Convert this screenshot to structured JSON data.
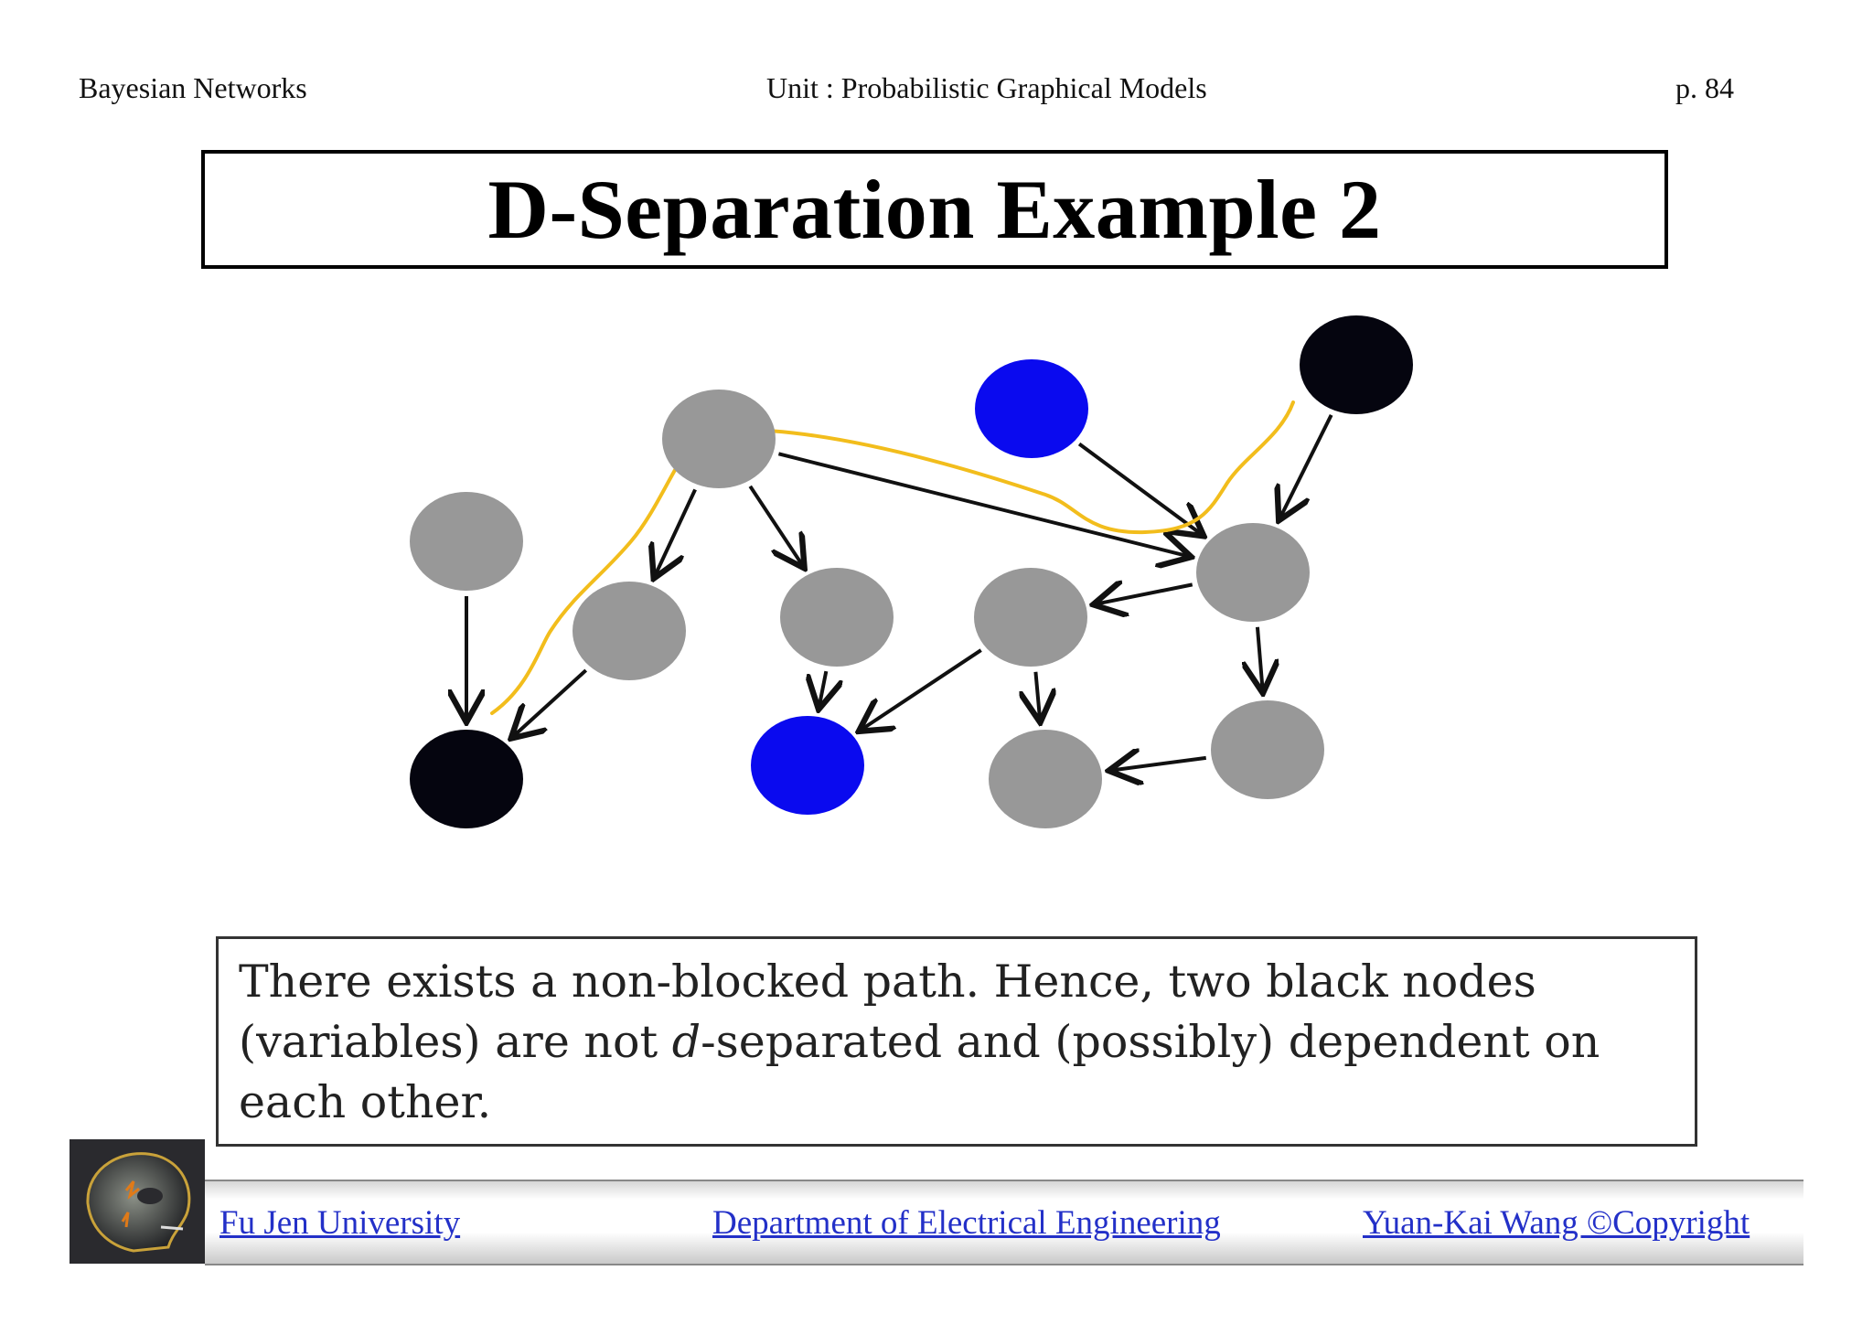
{
  "header": {
    "left": "Bayesian Networks",
    "center": "Unit : Probabilistic Graphical Models",
    "right": "p.  84"
  },
  "title": "D-Separation Example 2",
  "diagram": {
    "nodes": [
      {
        "id": "n1",
        "color": "gray"
      },
      {
        "id": "n2",
        "color": "blue"
      },
      {
        "id": "n3",
        "color": "black"
      },
      {
        "id": "n4",
        "color": "gray"
      },
      {
        "id": "n5",
        "color": "gray"
      },
      {
        "id": "n6",
        "color": "gray"
      },
      {
        "id": "n7",
        "color": "gray"
      },
      {
        "id": "n8",
        "color": "gray"
      },
      {
        "id": "n9",
        "color": "black"
      },
      {
        "id": "n10",
        "color": "blue"
      },
      {
        "id": "n11",
        "color": "gray"
      },
      {
        "id": "n12",
        "color": "gray"
      }
    ],
    "edges": [
      [
        "n1",
        "n5"
      ],
      [
        "n1",
        "n6"
      ],
      [
        "n1",
        "n8"
      ],
      [
        "n2",
        "n8"
      ],
      [
        "n3",
        "n8"
      ],
      [
        "n8",
        "n7"
      ],
      [
        "n8",
        "n12"
      ],
      [
        "n4",
        "n9"
      ],
      [
        "n5",
        "n9"
      ],
      [
        "n6",
        "n10"
      ],
      [
        "n7",
        "n10"
      ],
      [
        "n7",
        "n11"
      ],
      [
        "n12",
        "n11"
      ]
    ],
    "colors": {
      "gray": "#989898",
      "blue": "#0a0aef",
      "black": "#05050f",
      "path": "#f2bd1c",
      "edge": "#111111"
    }
  },
  "caption": {
    "line1": "There exists a non-blocked path. Hence, two black nodes",
    "line2_a": "(variables) are not ",
    "line2_em": "d",
    "line2_b": "-separated and (possibly) dependent on",
    "line3": "each other."
  },
  "footer": {
    "left": "Fu Jen University",
    "center": "Department of Electrical Engineering",
    "right": "Yuan-Kai Wang ©Copyright",
    "logo_icon": "skull-logo-icon"
  }
}
